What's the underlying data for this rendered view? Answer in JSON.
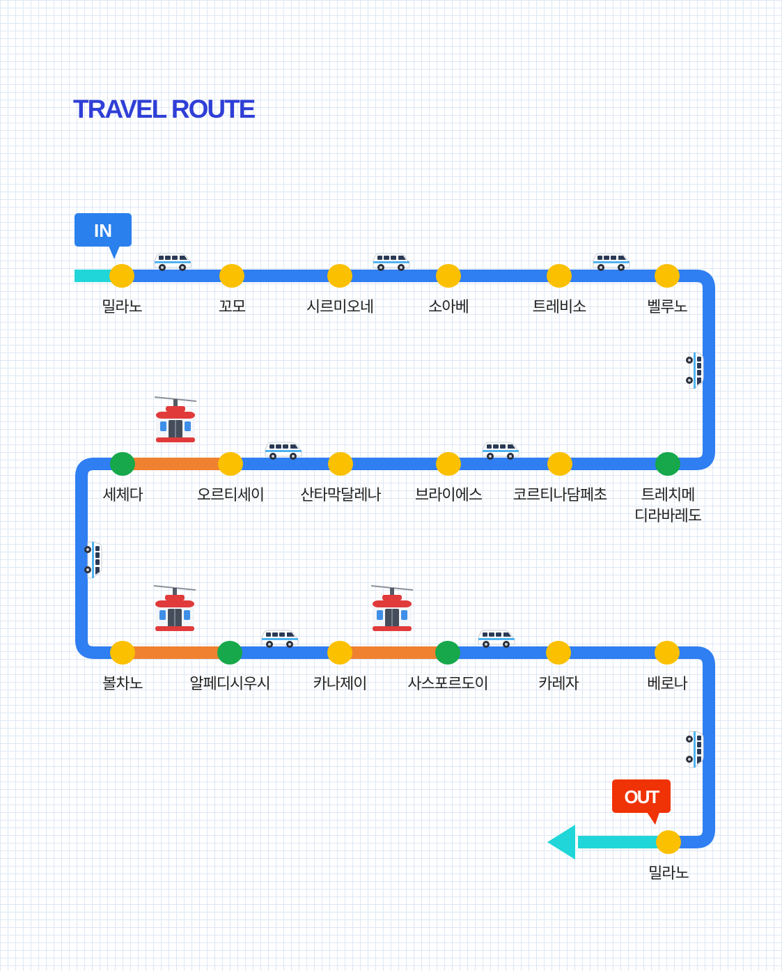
{
  "title": "TRAVEL ROUTE",
  "badges": {
    "in": "IN",
    "out": "OUT"
  },
  "colors": {
    "route": "#2f7ef2",
    "cablecar_segment": "#ef8130",
    "endpoint_line": "#21d6d8",
    "bus_stop": "#fbc000",
    "cablecar_stop": "#16a84a",
    "in_badge": "#2a80ec",
    "out_badge": "#f03207",
    "title": "#2f3fd6"
  },
  "stops": [
    {
      "name": "밀라노",
      "type": "bus"
    },
    {
      "name": "꼬모",
      "type": "bus"
    },
    {
      "name": "시르미오네",
      "type": "bus"
    },
    {
      "name": "소아베",
      "type": "bus"
    },
    {
      "name": "트레비소",
      "type": "bus"
    },
    {
      "name": "벨루노",
      "type": "bus"
    },
    {
      "name": "트레치메\n디라바레도",
      "type": "cablecar"
    },
    {
      "name": "코르티나담페초",
      "type": "bus"
    },
    {
      "name": "브라이에스",
      "type": "bus"
    },
    {
      "name": "산타막달레나",
      "type": "bus"
    },
    {
      "name": "오르티세이",
      "type": "bus"
    },
    {
      "name": "세체다",
      "type": "cablecar"
    },
    {
      "name": "볼차노",
      "type": "bus"
    },
    {
      "name": "알페디시우시",
      "type": "cablecar"
    },
    {
      "name": "카나제이",
      "type": "bus"
    },
    {
      "name": "사스포르도이",
      "type": "cablecar"
    },
    {
      "name": "카레자",
      "type": "bus"
    },
    {
      "name": "베로나",
      "type": "bus"
    },
    {
      "name": "밀라노",
      "type": "bus"
    }
  ],
  "icons": [
    "van-icon",
    "cable-car-icon",
    "in-badge",
    "out-badge",
    "exit-arrow-icon"
  ]
}
